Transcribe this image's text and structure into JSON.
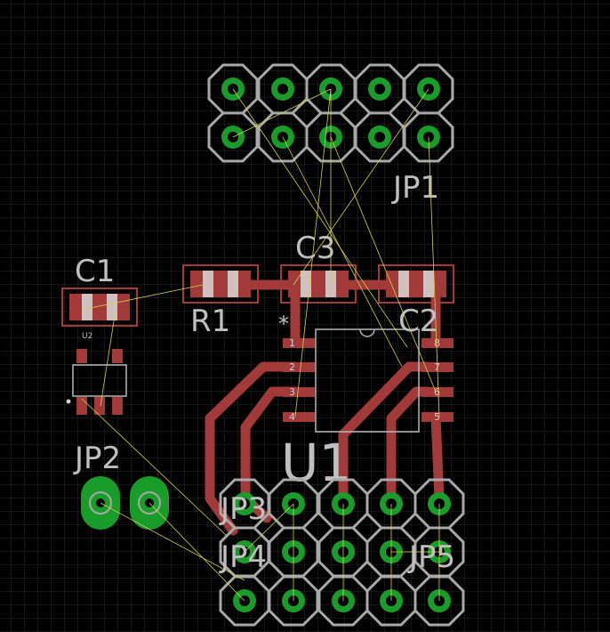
{
  "board": {
    "background": "#000000",
    "grid_color": "#2a2a2a",
    "copper_color": "#a33a3a",
    "pad_ring_color": "#1a9c2a",
    "airwire_color": "#d6d24a",
    "label_color": "#bfbfbf"
  },
  "labels": {
    "jp1": "JP1",
    "jp2": "JP2",
    "jp3": "JP3",
    "jp4": "JP4",
    "jp5": "JP5",
    "c1": "C1",
    "c2": "C2",
    "c3": "C3",
    "r1": "R1",
    "u1": "U1",
    "u2": "U2",
    "pin1_marker": "*"
  },
  "u1_pins": [
    "1",
    "2",
    "3",
    "4",
    "5",
    "6",
    "7",
    "8"
  ]
}
